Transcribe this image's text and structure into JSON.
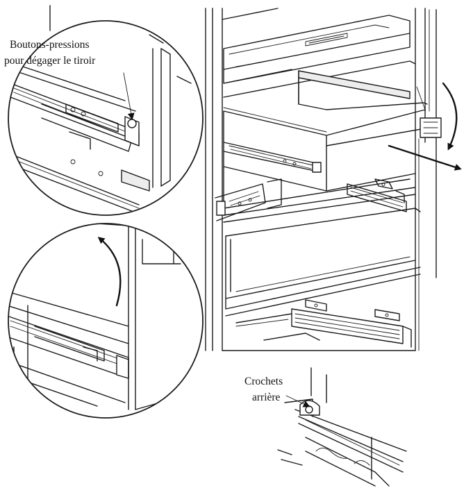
{
  "labels": {
    "release_buttons_line1": "Boutons-pressions",
    "release_buttons_line2": "pour dégager le tiroir",
    "rear_hooks_line1": "Crochets",
    "rear_hooks_line2": "arrière"
  },
  "colors": {
    "line": "#1a1a1a",
    "background": "#ffffff"
  }
}
